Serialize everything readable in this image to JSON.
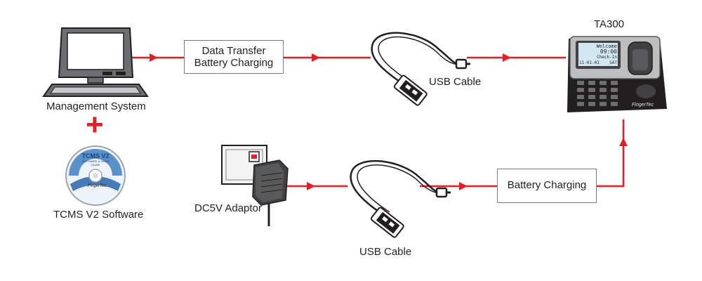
{
  "labels": {
    "management_system": "Management System",
    "tcms_software": "TCMS V2 Software",
    "dc_adaptor": "DC5V Adaptor",
    "usb_cable_top": "USB Cable",
    "usb_cable_bottom": "USB Cable",
    "device_name": "TA300"
  },
  "boxes": {
    "data_transfer_line1": "Data Transfer",
    "data_transfer_line2": "Battery Charging",
    "battery_charging": "Battery Charging"
  },
  "plus_sign": "+",
  "cd": {
    "brand": "TCMS V2",
    "subtitle": "SOFTWARE & VIDEO GUIDE",
    "maker": "FingerTec"
  },
  "device_screen": {
    "line1": "Welcome",
    "time": "09:00",
    "status": "Check-In",
    "date": "11-01-01",
    "day": "SAT",
    "maker": "FingerTec"
  },
  "colors": {
    "connector": "#e31e24",
    "box_border": "#7a7a7a"
  }
}
